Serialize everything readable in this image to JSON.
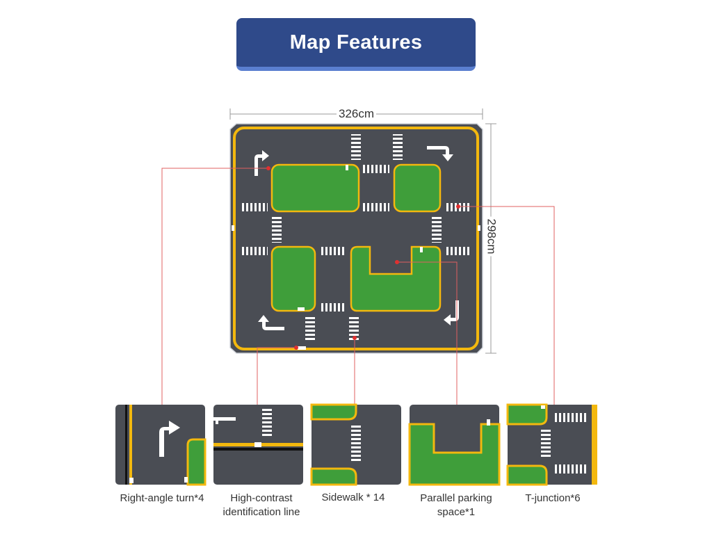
{
  "title": "Map Features",
  "dimensions": {
    "width": "326cm",
    "height": "298cm"
  },
  "features": [
    {
      "id": "right-angle-turn",
      "label": "Right-angle turn*4"
    },
    {
      "id": "identification-line",
      "label": "High-contrast identification line"
    },
    {
      "id": "sidewalk",
      "label": "Sidewalk * 14"
    },
    {
      "id": "parallel-parking",
      "label": "Parallel parking space*1"
    },
    {
      "id": "t-junction",
      "label": "T-junction*6"
    }
  ],
  "colors": {
    "title_bg": "#2f4a8a",
    "road": "#4a4d54",
    "grass": "#3f9e3a",
    "edge_line": "#f3b80e",
    "callout": "#e06060"
  }
}
